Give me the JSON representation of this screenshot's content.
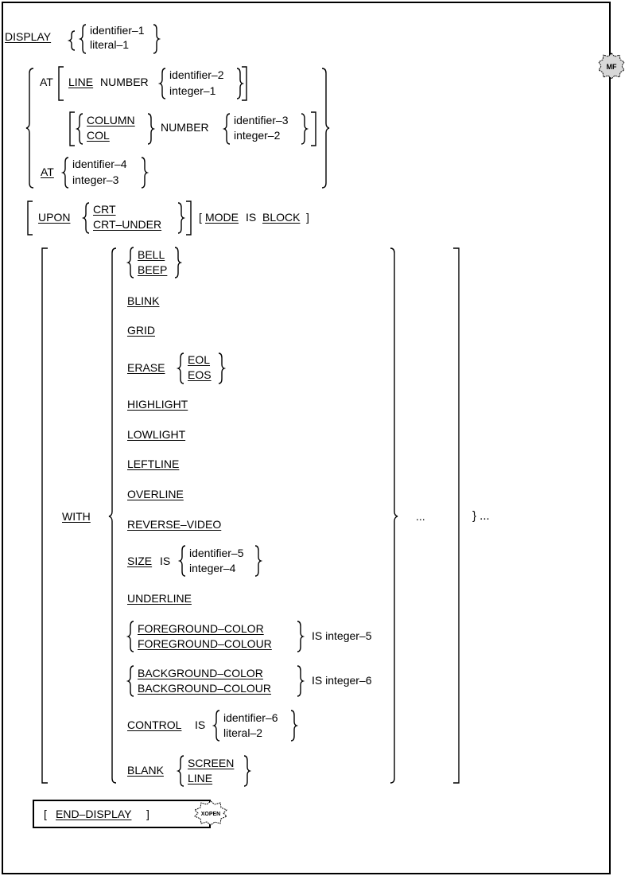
{
  "clause": {
    "display": "DISPLAY",
    "identifier_1": "identifier–1",
    "literal_1": "literal–1",
    "at": "AT",
    "line": "LINE",
    "number": "NUMBER",
    "identifier_2": "identifier–2",
    "integer_1": "integer–1",
    "column": "COLUMN",
    "col": "COL",
    "identifier_3": "identifier–3",
    "integer_2": "integer–2",
    "identifier_4": "identifier–4",
    "integer_3": "integer–3",
    "upon": "UPON",
    "crt": "CRT",
    "crt_under": "CRT–UNDER",
    "mode_open": "[",
    "mode": "MODE",
    "is": "IS",
    "block": "BLOCK",
    "mode_close": "]",
    "with": "WITH",
    "bell": "BELL",
    "beep": "BEEP",
    "blink": "BLINK",
    "grid": "GRID",
    "erase": "ERASE",
    "eol": "EOL",
    "eos": "EOS",
    "highlight": "HIGHLIGHT",
    "lowlight": "LOWLIGHT",
    "leftline": "LEFTLINE",
    "overline": "OVERLINE",
    "reverse_video": "REVERSE–VIDEO",
    "size": "SIZE",
    "identifier_5": "identifier–5",
    "integer_4": "integer–4",
    "underline": "UNDERLINE",
    "foreground_color": "FOREGROUND–COLOR",
    "foreground_colour": "FOREGROUND–COLOUR",
    "is_integer_5": "IS integer–5",
    "background_color": "BACKGROUND–COLOR",
    "background_colour": "BACKGROUND–COLOUR",
    "is_integer_6": "IS integer–6",
    "control": "CONTROL",
    "identifier_6": "identifier–6",
    "literal_2": "literal–2",
    "blank": "BLANK",
    "screen": "SCREEN",
    "line_opt": "LINE",
    "ellipsis_inner": "...",
    "ellipsis_outer": "} ...",
    "end_open": "[",
    "end_display": "END–DISPLAY",
    "end_close": "]"
  },
  "badges": {
    "mf": "MF",
    "xopen": "XOPEN"
  }
}
